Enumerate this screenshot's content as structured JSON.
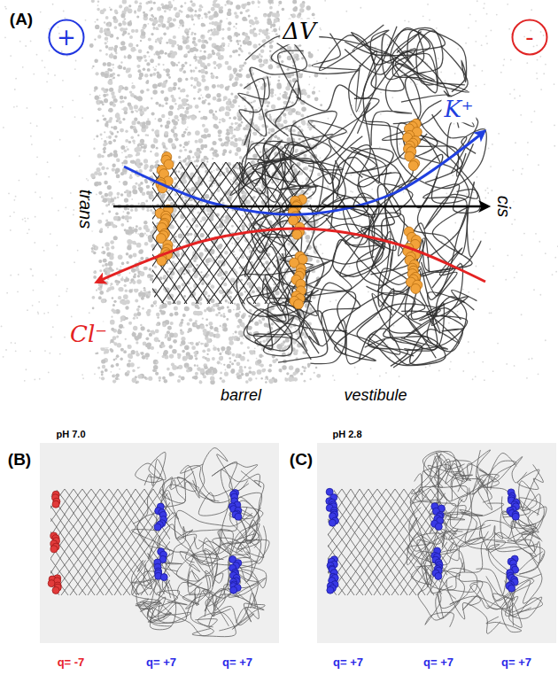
{
  "diagram": {
    "nodes": [
      {
        "text": [
          "+"
        ]
      },
      {
        "text": [
          "-"
        ]
      }
    ],
    "labels": [
      "(A)",
      "ΔV",
      "K⁺",
      "trans",
      "cis",
      "Cl⁻",
      "barrel",
      "vestibule",
      "(B)",
      "pH 7.0",
      "(C)",
      "pH 2.8",
      "q= -7",
      "q= +7",
      "q= +7",
      "q= +7",
      "q= +7",
      "q= +7"
    ]
  }
}
